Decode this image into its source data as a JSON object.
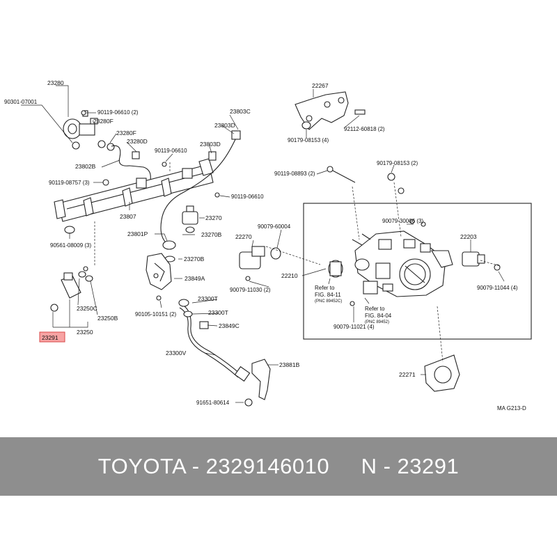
{
  "highlight_color": "#f7a3a3",
  "footer": {
    "title": "TOYOTA - 2329146010     N - 23291",
    "background": "#8e8e8e"
  },
  "diagram": {
    "code": "MA  G213-D",
    "labels": {
      "p23280": "23280",
      "p90301_07001": "90301-07001",
      "p90119_06610_2": "90119-06610 (2)",
      "p23280F_a": "23280F",
      "p23280F_b": "23280F",
      "p23280D": "23280D",
      "p90119_06610_a": "90119-06610",
      "p23802B": "23802B",
      "p90119_08757": "90119-08757 (3)",
      "p23803C": "23803C",
      "p23803D_a": "23803D",
      "p23803D_b": "23803D",
      "p90119_06610_b": "90119-06610",
      "p23807": "23807",
      "p90561_08009": "90561-08009 (3)",
      "p23270": "23270",
      "p23801P": "23801P",
      "p23270B_a": "23270B",
      "p23270B_b": "23270B",
      "p23849A": "23849A",
      "p23250C": "23250C",
      "p23250B": "23250B",
      "p23250": "23250",
      "p23291": "23291",
      "p90105_10151": "90105-10151 (2)",
      "p23300T_a": "23300T",
      "p23300T_b": "23300T",
      "p23849C": "23849C",
      "p23300V": "23300V",
      "p23881B": "23881B",
      "p91651_80614": "91651-80614",
      "p22267": "22267",
      "p92112_60818": "92112-60818 (2)",
      "p90179_08153_4": "90179-08153 (4)",
      "p90119_08893": "90119-08893 (2)",
      "p90179_08153_2": "90179-08153 (2)",
      "p90079_60004": "90079-60004",
      "p22270": "22270",
      "p90079_30006": "90079-30006 (3)",
      "p22203": "22203",
      "p90079_11030": "90079-11030 (2)",
      "p22210": "22210",
      "p90079_11044": "90079-11044 (4)",
      "p90079_11021": "90079-11021 (4)",
      "p22271": "22271",
      "ref1_a": "Refer to",
      "ref1_b": "FIG. 84-11",
      "ref1_c": "(PNC 89452C)",
      "ref2_a": "Refer to",
      "ref2_b": "FIG. 84-04",
      "ref2_c": "(PNC 89452)"
    }
  }
}
